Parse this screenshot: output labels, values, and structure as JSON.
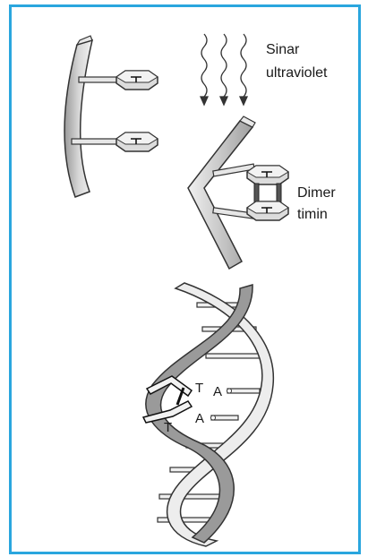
{
  "labels": {
    "uv_line1": "Sinar",
    "uv_line2": "ultraviolet",
    "dimer_line1": "Dimer",
    "dimer_line2": "timin"
  },
  "helix_bases": {
    "t_upper": "T",
    "a_upper": "A",
    "a_lower": "A",
    "t_lower": "T"
  },
  "colors": {
    "frame": "#2aa6de",
    "strand_dark": "#8c8c8c",
    "strand_light": "#d9d9d9",
    "outline": "#333333"
  }
}
